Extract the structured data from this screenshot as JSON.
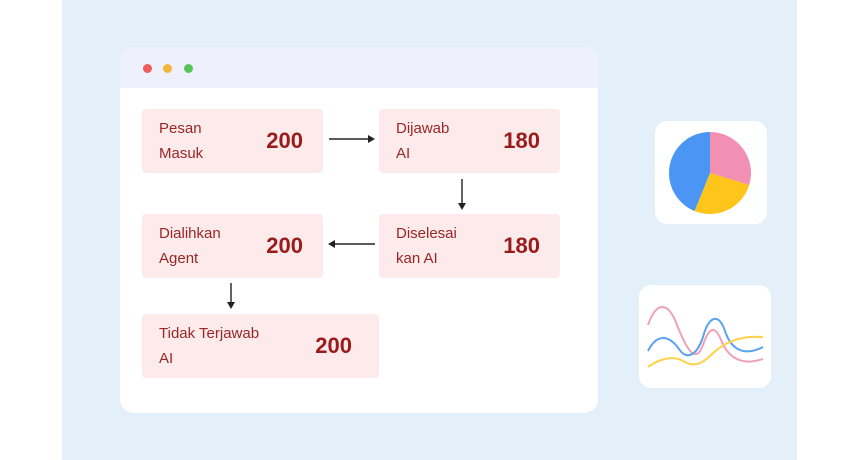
{
  "window": {
    "title_dots": [
      "close",
      "minimize",
      "maximize"
    ]
  },
  "flow": {
    "cards": [
      {
        "label": "Pesan\nMasuk",
        "value": "200"
      },
      {
        "label": "Dijawab\nAI",
        "value": "180"
      },
      {
        "label": "Dialihkan\nAgent",
        "value": "200"
      },
      {
        "label": "Diselesai\nkan AI",
        "value": "180"
      },
      {
        "label": "Tidak Terjawab\nAI",
        "value": "200"
      }
    ]
  },
  "colors": {
    "background": "#e3f0fa",
    "card_bg": "#fdeaea",
    "card_text": "#9a2727",
    "pie_pink": "#f290b3",
    "pie_yellow": "#ffc51a",
    "pie_blue": "#4b96f5",
    "line_pink": "#f0a0bc",
    "line_blue": "#5aa3ef",
    "line_yellow": "#ffd24a"
  },
  "icons": {
    "pie_chart": "pie-chart-icon",
    "line_chart": "line-chart-icon"
  }
}
